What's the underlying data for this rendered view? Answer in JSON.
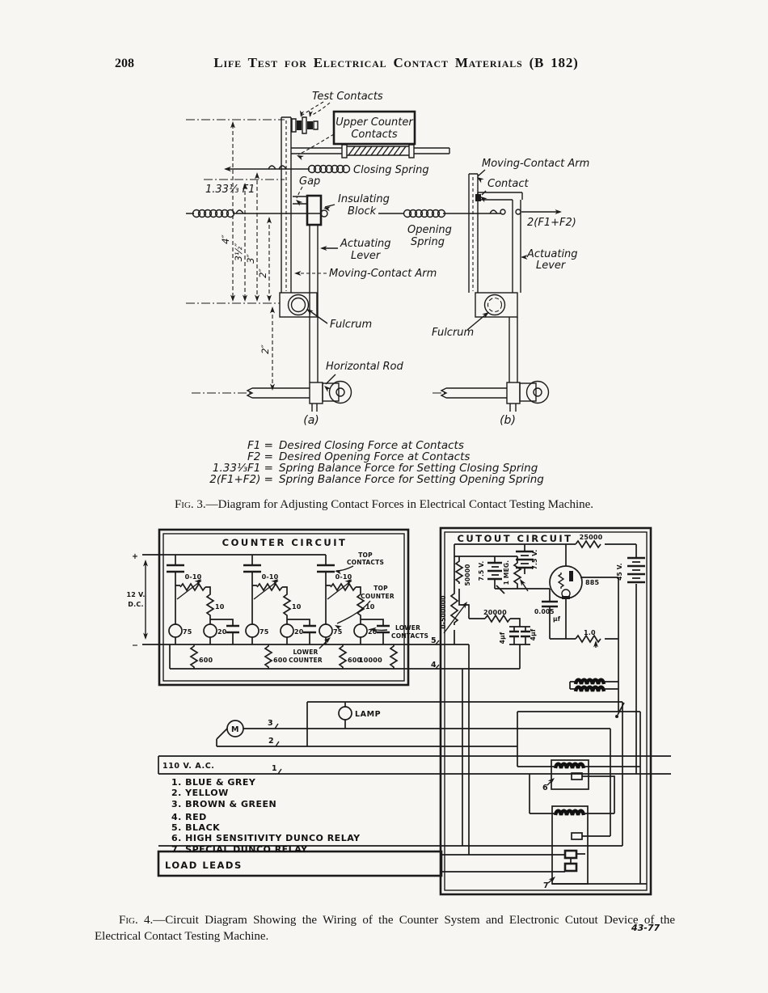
{
  "page": {
    "number": "208",
    "title": "Life Test for Electrical Contact Materials (B 182)",
    "footer_code": "43-77"
  },
  "fig3": {
    "caption_prefix": "Fig. 3.",
    "caption_rest": "—Diagram for Adjusting Contact Forces in Electrical Contact Testing Machine.",
    "labels": {
      "test_contacts": "Test Contacts",
      "upper_counter_1": "Upper Counter",
      "upper_counter_2": "Contacts",
      "closing_spring": "Closing Spring",
      "closing_force": "1.33⅓ F1",
      "gap": "Gap",
      "insulating_1": "Insulating",
      "insulating_2": "Block",
      "actuating_1": "Actuating",
      "actuating_2": "Lever",
      "moving_contact_arm": "Moving-Contact Arm",
      "fulcrum": "Fulcrum",
      "horizontal_rod": "Horizontal Rod",
      "contact": "Contact",
      "opening_1": "Opening",
      "opening_2": "Spring",
      "opening_force": "2(F1+F2)",
      "dim_4": "4″",
      "dim_3_5": "3½″",
      "dim_3": "3″",
      "dim_2": "2″",
      "sub_a": "(a)",
      "sub_b": "(b)"
    },
    "legend": [
      {
        "l": "F1 =",
        "r": "Desired Closing Force at Contacts"
      },
      {
        "l": "F2 =",
        "r": "Desired Opening Force at Contacts"
      },
      {
        "l": "1.33⅓F1 =",
        "r": "Spring Balance Force for Setting Closing Spring"
      },
      {
        "l": "2(F1+F2) =",
        "r": "Spring Balance Force for Setting Opening Spring"
      }
    ]
  },
  "fig4": {
    "caption_prefix": "Fig. 4.",
    "caption_rest": "—Circuit Diagram Showing the Wiring of the Counter System and Electronic Cutout Device of the Electrical Contact Testing Machine.",
    "counter": {
      "title": "COUNTER CIRCUIT",
      "plus": "+",
      "minus": "−",
      "supply_1": "12 V.",
      "supply_2": "D.C.",
      "top_contacts_1": "TOP",
      "top_contacts_2": "CONTACTS",
      "top_counter_1": "TOP",
      "top_counter_2": "COUNTER",
      "lower_contacts_1": "LOWER",
      "lower_contacts_2": "CONTACTS",
      "lower_counter_1": "LOWER",
      "lower_counter_2": "COUNTER",
      "pot": "0-10",
      "r10": "10",
      "lamp75": "75",
      "lamp20": "20",
      "r600": "600",
      "r10000": "10000"
    },
    "cutout": {
      "title": "CUTOUT CIRCUIT",
      "r25000": "25000",
      "b7_5": "7.5 V.",
      "r1meg": "1 MEG.",
      "r50000": "50000",
      "pot": "0-500000",
      "tube": "885",
      "b45": "45 V.",
      "c005_1": "0.005",
      "c005_2": "μf",
      "r20000": "20000",
      "c4uf": "4μf",
      "r1_0": "1.0",
      "relay6": "6",
      "relay7": "7"
    },
    "wires": {
      "w1": "1",
      "w2": "2",
      "w3": "3",
      "w4": "4",
      "w5": "5"
    },
    "lamp": "LAMP",
    "motor": "M",
    "mains": "110 V. A.C.",
    "load_leads": "LOAD LEADS",
    "legend": [
      "1. BLUE & GREY",
      "2. YELLOW",
      "3. BROWN & GREEN",
      "4. RED",
      "5. BLACK",
      "6. HIGH SENSITIVITY DUNCO RELAY",
      "7. SPECIAL DUNCO RELAY"
    ]
  }
}
